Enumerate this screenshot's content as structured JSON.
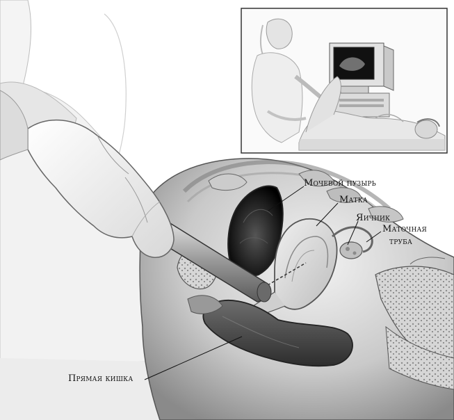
{
  "illustration": {
    "labels": {
      "bladder": "Мочевой пузырь",
      "uterus": "Матка",
      "ovary": "Яичник",
      "fallopian_tube_line1": "Маточная",
      "fallopian_tube_line2": "труба",
      "rectum": "Прямая кишка"
    }
  }
}
